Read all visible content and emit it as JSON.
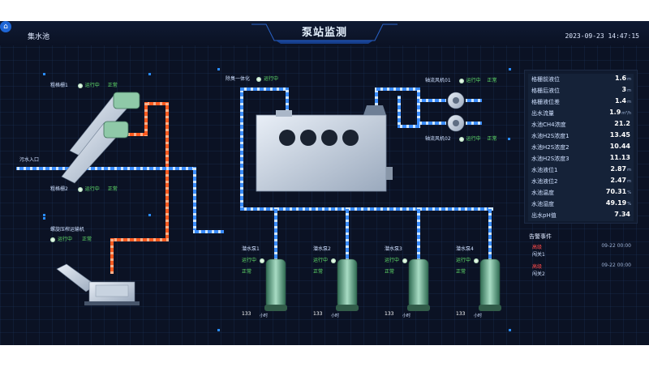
{
  "header": {
    "title": "泵站监测",
    "page_tag": "集水池",
    "datetime": "2023-09-23 14:47:15"
  },
  "screens": {
    "screen1": {
      "name": "粗格栅1",
      "status": "运行中",
      "state": "正常"
    },
    "screen2": {
      "name": "粗格栅2",
      "status": "运行中",
      "state": "正常"
    },
    "inlet": {
      "label": "污水入口"
    },
    "compactor": {
      "name": "螺旋压榨运输机",
      "status": "运行中",
      "state": "正常"
    },
    "deodorizer": {
      "name": "除臭一体化",
      "status": "运行中"
    },
    "fan1": {
      "name": "轴流风机01",
      "status": "运行中",
      "state": "正常"
    },
    "fan2": {
      "name": "轴流风机02",
      "status": "运行中",
      "state": "正常"
    }
  },
  "pumps": [
    {
      "name": "潜水泵1",
      "status": "运行中",
      "state": "正常",
      "value": "133",
      "unit": "小时"
    },
    {
      "name": "潜水泵2",
      "status": "运行中",
      "state": "正常",
      "value": "133",
      "unit": "小时"
    },
    {
      "name": "潜水泵3",
      "status": "运行中",
      "state": "正常",
      "value": "133",
      "unit": "小时"
    },
    {
      "name": "潜水泵4",
      "status": "运行中",
      "state": "正常",
      "value": "133",
      "unit": "小时"
    }
  ],
  "metrics": [
    {
      "k": "格栅前液位",
      "v": "1.6",
      "u": "m"
    },
    {
      "k": "格栅后液位",
      "v": "3",
      "u": "m"
    },
    {
      "k": "格栅液位差",
      "v": "1.4",
      "u": "m"
    },
    {
      "k": "出水流量",
      "v": "1.9",
      "u": "m³/h"
    },
    {
      "k": "水池CH4浓度",
      "v": "21.2",
      "u": ""
    },
    {
      "k": "水池H2S浓度1",
      "v": "13.45",
      "u": ""
    },
    {
      "k": "水池H2S浓度2",
      "v": "10.44",
      "u": ""
    },
    {
      "k": "水池H2S浓度3",
      "v": "11.13",
      "u": ""
    },
    {
      "k": "水池液位1",
      "v": "2.87",
      "u": "m"
    },
    {
      "k": "水池液位2",
      "v": "2.47",
      "u": "m"
    },
    {
      "k": "水池温度",
      "v": "70.31",
      "u": "%"
    },
    {
      "k": "水池湿度",
      "v": "49.19",
      "u": "%"
    },
    {
      "k": "出水pH值",
      "v": "7.34",
      "u": ""
    }
  ],
  "alarms": {
    "title": "告警事件",
    "items": [
      {
        "level": "高级",
        "source": "闯关1",
        "time": "09-22 00:00"
      },
      {
        "level": "高级",
        "source": "闯关2",
        "time": "09-22 00:00"
      }
    ]
  },
  "colors": {
    "water_pipe": "#3b8dff",
    "sludge_pipe": "#ff5a1f",
    "running": "#63e36b",
    "panel": "#101a2e"
  }
}
